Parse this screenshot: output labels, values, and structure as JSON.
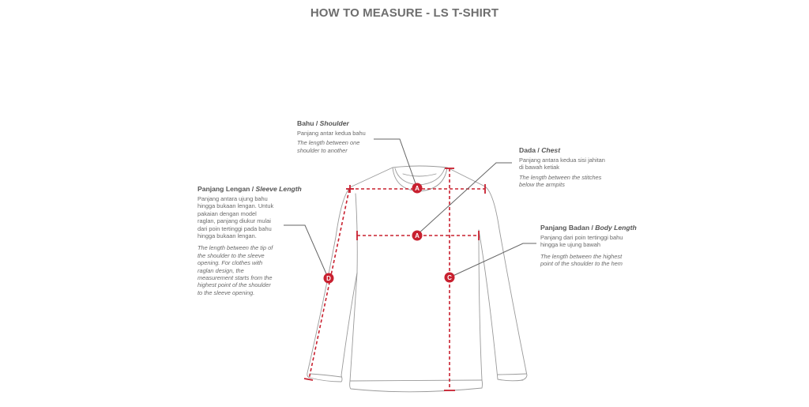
{
  "title": "HOW TO MEASURE - LS T-SHIRT",
  "colors": {
    "accent": "#c8202f",
    "outline": "#9a9a9a",
    "leader": "#666666",
    "title": "#6e6e6e"
  },
  "measurements": {
    "shoulder": {
      "marker": "A",
      "head_id": "Bahu",
      "separator": " / ",
      "head_en": "Shoulder",
      "desc_id": "Panjang antar kedua bahu",
      "desc_en": "The length between one shoulder to another"
    },
    "chest": {
      "marker": "A",
      "head_id": "Dada",
      "separator": " / ",
      "head_en": "Chest",
      "desc_id": "Panjang antara kedua sisi jahitan di bawah ketiak",
      "desc_en": "The length between the stitches below the armpits"
    },
    "sleeve": {
      "marker": "D",
      "head_id": "Panjang Lengan",
      "separator": " / ",
      "head_en": "Sleeve Length",
      "desc_id": "Panjang antara ujung bahu hingga bukaan lengan. Untuk pakaian dengan model raglan, panjang diukur mulai dari poin tertinggi pada bahu hingga bukaan lengan.",
      "desc_en": "The length between the tip of the shoulder to the sleeve opening. For clothes with raglan design, the measurement starts from the highest point of the shoulder to the sleeve opening."
    },
    "body": {
      "marker": "C",
      "head_id": "Panjang Badan",
      "separator": " / ",
      "head_en": "Body Length",
      "desc_id": "Panjang dari poin tertinggi bahu hingga ke ujung bawah",
      "desc_en": "The length between the highest point of the shoulder to the hem"
    }
  }
}
